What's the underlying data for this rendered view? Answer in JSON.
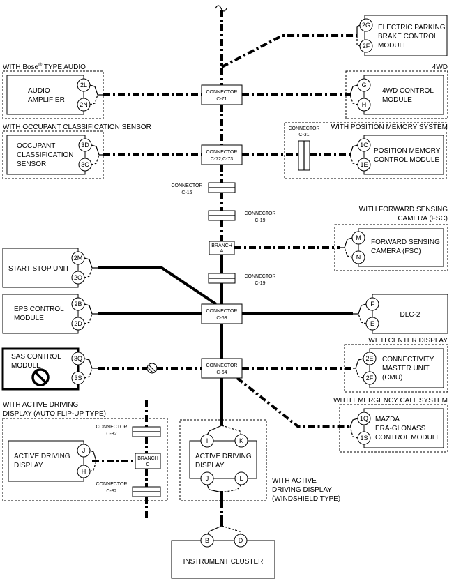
{
  "modules": {
    "epb": [
      "ELECTRIC PARKING",
      "BRAKE CONTROL",
      "MODULE"
    ],
    "audio": [
      "AUDIO",
      "AMPLIFIER"
    ],
    "fourwd": [
      "4WD CONTROL",
      "MODULE"
    ],
    "occupant": [
      "OCCUPANT",
      "CLASSIFICATION",
      "SENSOR"
    ],
    "position": [
      "POSITION MEMORY",
      "CONTROL MODULE"
    ],
    "fsc": [
      "FORWARD SENSING",
      "CAMERA (FSC)"
    ],
    "start_stop": "START STOP UNIT",
    "eps": [
      "EPS CONTROL",
      "MODULE"
    ],
    "dlc": "DLC-2",
    "sas": [
      "SAS CONTROL",
      "MODULE"
    ],
    "cmu": [
      "CONNECTIVITY",
      "MASTER UNIT",
      "(CMU)"
    ],
    "era": [
      "MAZDA",
      "ERA-GLONASS",
      "CONTROL MODULE"
    ],
    "adp_flip": [
      "ACTIVE DRIVING",
      "DISPLAY"
    ],
    "adp_ws": [
      "ACTIVE DRIVING",
      "DISPLAY"
    ],
    "cluster": "INSTRUMENT CLUSTER"
  },
  "groups": {
    "bose_prefix": "WITH Bose",
    "bose_reg": "®",
    "bose_suffix": " TYPE AUDIO",
    "fourwd": "4WD",
    "occupant": "WITH OCCUPANT CLASSIFICATION SENSOR",
    "position": "WITH POSITION MEMORY SYSTEM",
    "fsc": [
      "WITH FORWARD SENSING",
      "CAMERA (FSC)"
    ],
    "center": "WITH CENTER DISPLAY",
    "emergency": "WITH EMERGENCY CALL SYSTEM",
    "adp_flip": [
      "WITH ACTIVE DRIVING",
      "DISPLAY (AUTO FLIP-UP TYPE)"
    ],
    "adp_ws": [
      "WITH ACTIVE",
      "DRIVING DISPLAY",
      "(WINDSHIELD TYPE)"
    ]
  },
  "connectors": {
    "c71": [
      "CONNECTOR",
      "C-71"
    ],
    "c72": [
      "CONNECTOR",
      "C-72,C-73"
    ],
    "c31": [
      "CONNECTOR",
      "C-31"
    ],
    "c16": [
      "CONNECTOR",
      "C-16"
    ],
    "c19a": [
      "CONNECTOR",
      "C-19"
    ],
    "branch_a": [
      "BRANCH",
      "A"
    ],
    "c19b": [
      "CONNECTOR",
      "C-19"
    ],
    "c63": [
      "CONNECTOR",
      "C-63"
    ],
    "c64": [
      "CONNECTOR",
      "C-64"
    ],
    "c82a": [
      "CONNECTOR",
      "C-82"
    ],
    "branch_c": [
      "BRANCH",
      "C"
    ],
    "c82b": [
      "CONNECTOR",
      "C-82"
    ]
  },
  "pins": {
    "epb": [
      "2G",
      "2F"
    ],
    "audio": [
      "2L",
      "2N"
    ],
    "fourwd": [
      "G",
      "H"
    ],
    "occupant": [
      "3D",
      "3C"
    ],
    "position": [
      "1C",
      "1E"
    ],
    "fsc": [
      "M",
      "N"
    ],
    "start_stop": [
      "2M",
      "2O"
    ],
    "eps": [
      "2B",
      "2D"
    ],
    "dlc": [
      "F",
      "E"
    ],
    "sas": [
      "3Q",
      "3S"
    ],
    "cmu": [
      "2E",
      "2F"
    ],
    "era": [
      "1Q",
      "1S"
    ],
    "adp_flip": [
      "J",
      "H"
    ],
    "adp_ws": [
      "I",
      "K",
      "J",
      "L"
    ],
    "cluster": [
      "B",
      "D"
    ]
  },
  "icons": {
    "sas": "prohibited-icon",
    "break": "break-mark-icon"
  }
}
